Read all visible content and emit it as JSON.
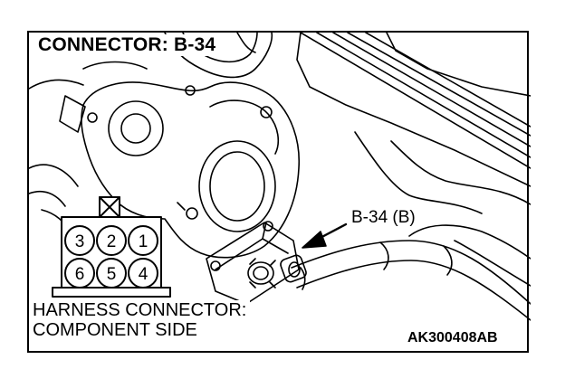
{
  "title": "CONNECTOR: B-34",
  "callout_label": "B-34 (B)",
  "harness_line1": "HARNESS CONNECTOR:",
  "harness_line2": "COMPONENT SIDE",
  "figure_code": "AK300408AB",
  "connector_pins": {
    "row1": [
      "3",
      "2",
      "1"
    ],
    "row2": [
      "6",
      "5",
      "4"
    ]
  }
}
